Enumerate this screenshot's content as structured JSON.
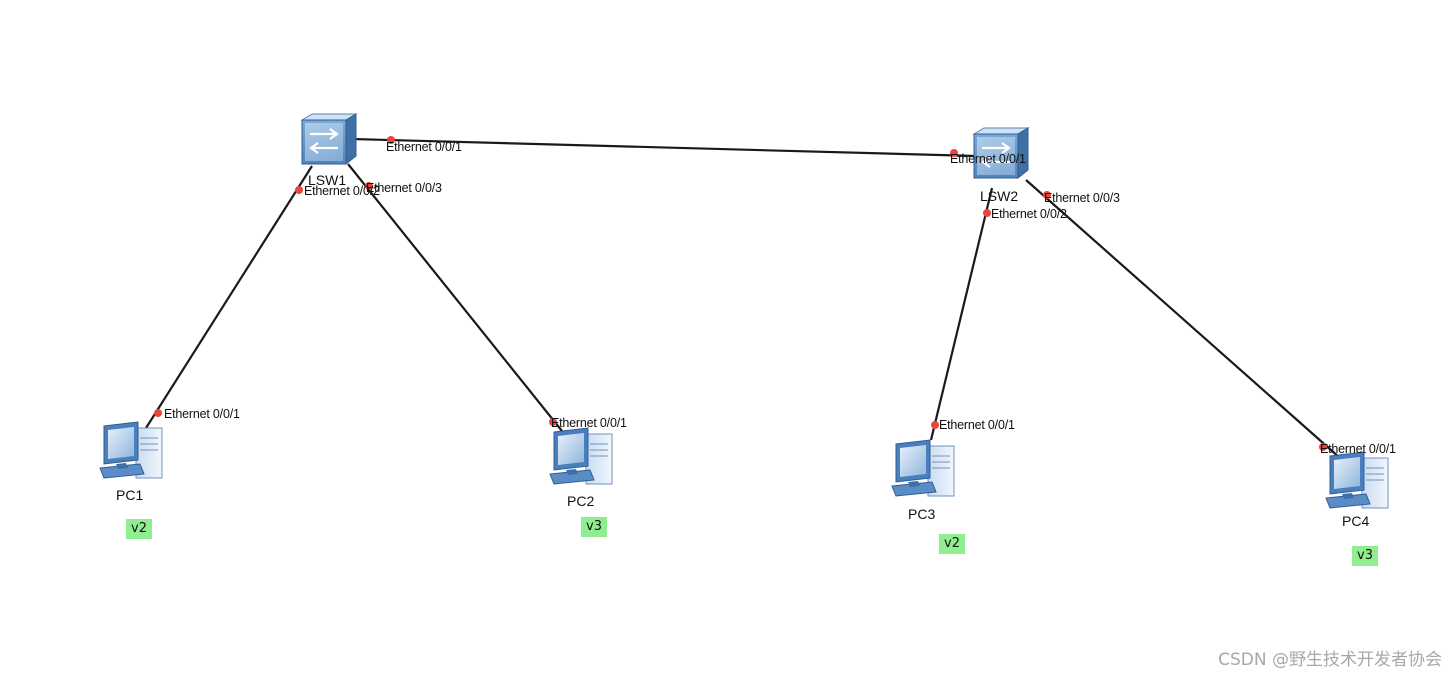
{
  "devices": {
    "lsw1": {
      "label": "LSW1",
      "icon": "switch-icon"
    },
    "lsw2": {
      "label": "LSW2",
      "icon": "switch-icon"
    },
    "pc1": {
      "label": "PC1",
      "icon": "pc-icon",
      "vlan": "v2"
    },
    "pc2": {
      "label": "PC2",
      "icon": "pc-icon",
      "vlan": "v3"
    },
    "pc3": {
      "label": "PC3",
      "icon": "pc-icon",
      "vlan": "v2"
    },
    "pc4": {
      "label": "PC4",
      "icon": "pc-icon",
      "vlan": "v3"
    }
  },
  "links": [
    {
      "from": "LSW1",
      "from_port": "Ethernet 0/0/1",
      "to": "LSW2",
      "to_port": "Ethernet 0/0/1"
    },
    {
      "from": "LSW1",
      "from_port": "Ethernet 0/0/2",
      "to": "PC1",
      "to_port": "Ethernet 0/0/1"
    },
    {
      "from": "LSW1",
      "from_port": "Ethernet 0/0/3",
      "to": "PC2",
      "to_port": "Ethernet 0/0/1"
    },
    {
      "from": "LSW2",
      "from_port": "Ethernet 0/0/2",
      "to": "PC3",
      "to_port": "Ethernet 0/0/1"
    },
    {
      "from": "LSW2",
      "from_port": "Ethernet 0/0/3",
      "to": "PC4",
      "to_port": "Ethernet 0/0/1"
    }
  ],
  "colors": {
    "link": "#1a1a1a",
    "port_dot": "#e8453c",
    "vlan_bg": "#90ee90"
  },
  "watermark": "CSDN @野生技术开发者协会"
}
